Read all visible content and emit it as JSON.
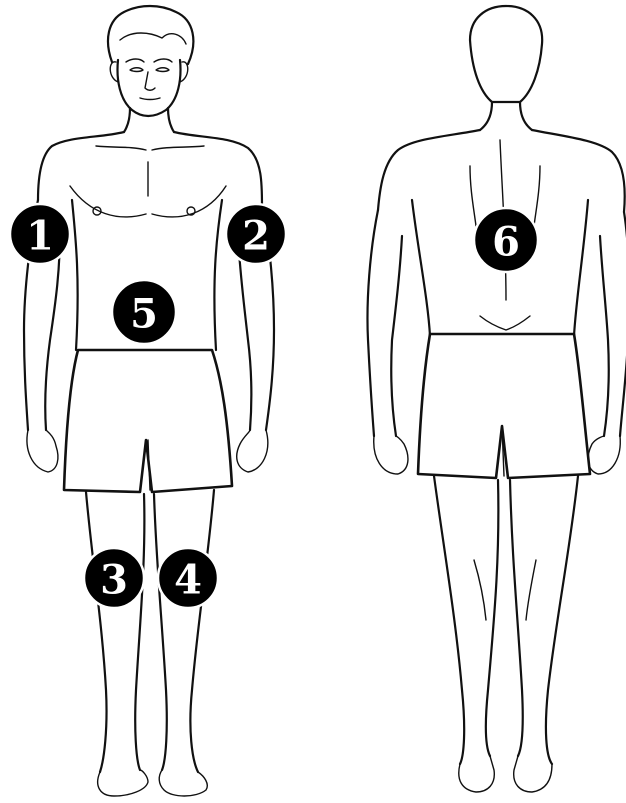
{
  "markers": [
    {
      "id": "1",
      "label": "1"
    },
    {
      "id": "2",
      "label": "2"
    },
    {
      "id": "3",
      "label": "3"
    },
    {
      "id": "4",
      "label": "4"
    },
    {
      "id": "5",
      "label": "5"
    },
    {
      "id": "6",
      "label": "6"
    }
  ],
  "colors": {
    "marker_fill": "#000000",
    "marker_text": "#ffffff",
    "line": "#111111",
    "background": "#ffffff"
  }
}
